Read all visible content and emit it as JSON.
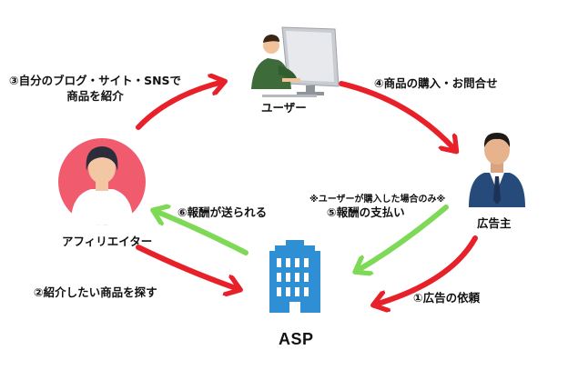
{
  "nodes": {
    "user": {
      "label": "ユーザー"
    },
    "advertiser": {
      "label": "広告主"
    },
    "affiliate": {
      "label": "アフィリエイター"
    },
    "asp": {
      "label": "ASP"
    }
  },
  "steps": {
    "s1": "①広告の依頼",
    "s2": "②紹介したい商品を探す",
    "s3_line1": "③自分のブログ・サイト・SNSで",
    "s3_line2": "商品を紹介",
    "s4": "④商品の購入・お問合せ",
    "s5": "⑤報酬の支払い",
    "s5_note": "※ユーザーが購入した場合のみ※",
    "s6": "⑥報酬が送られる"
  },
  "colors": {
    "red_arrow": "#e8202a",
    "green_arrow": "#7ed957",
    "building": "#2f8fd5",
    "affiliate_circle": "#f05b6e",
    "advertiser_suit": "#264a7a",
    "user_shirt": "#3d6b3a"
  }
}
